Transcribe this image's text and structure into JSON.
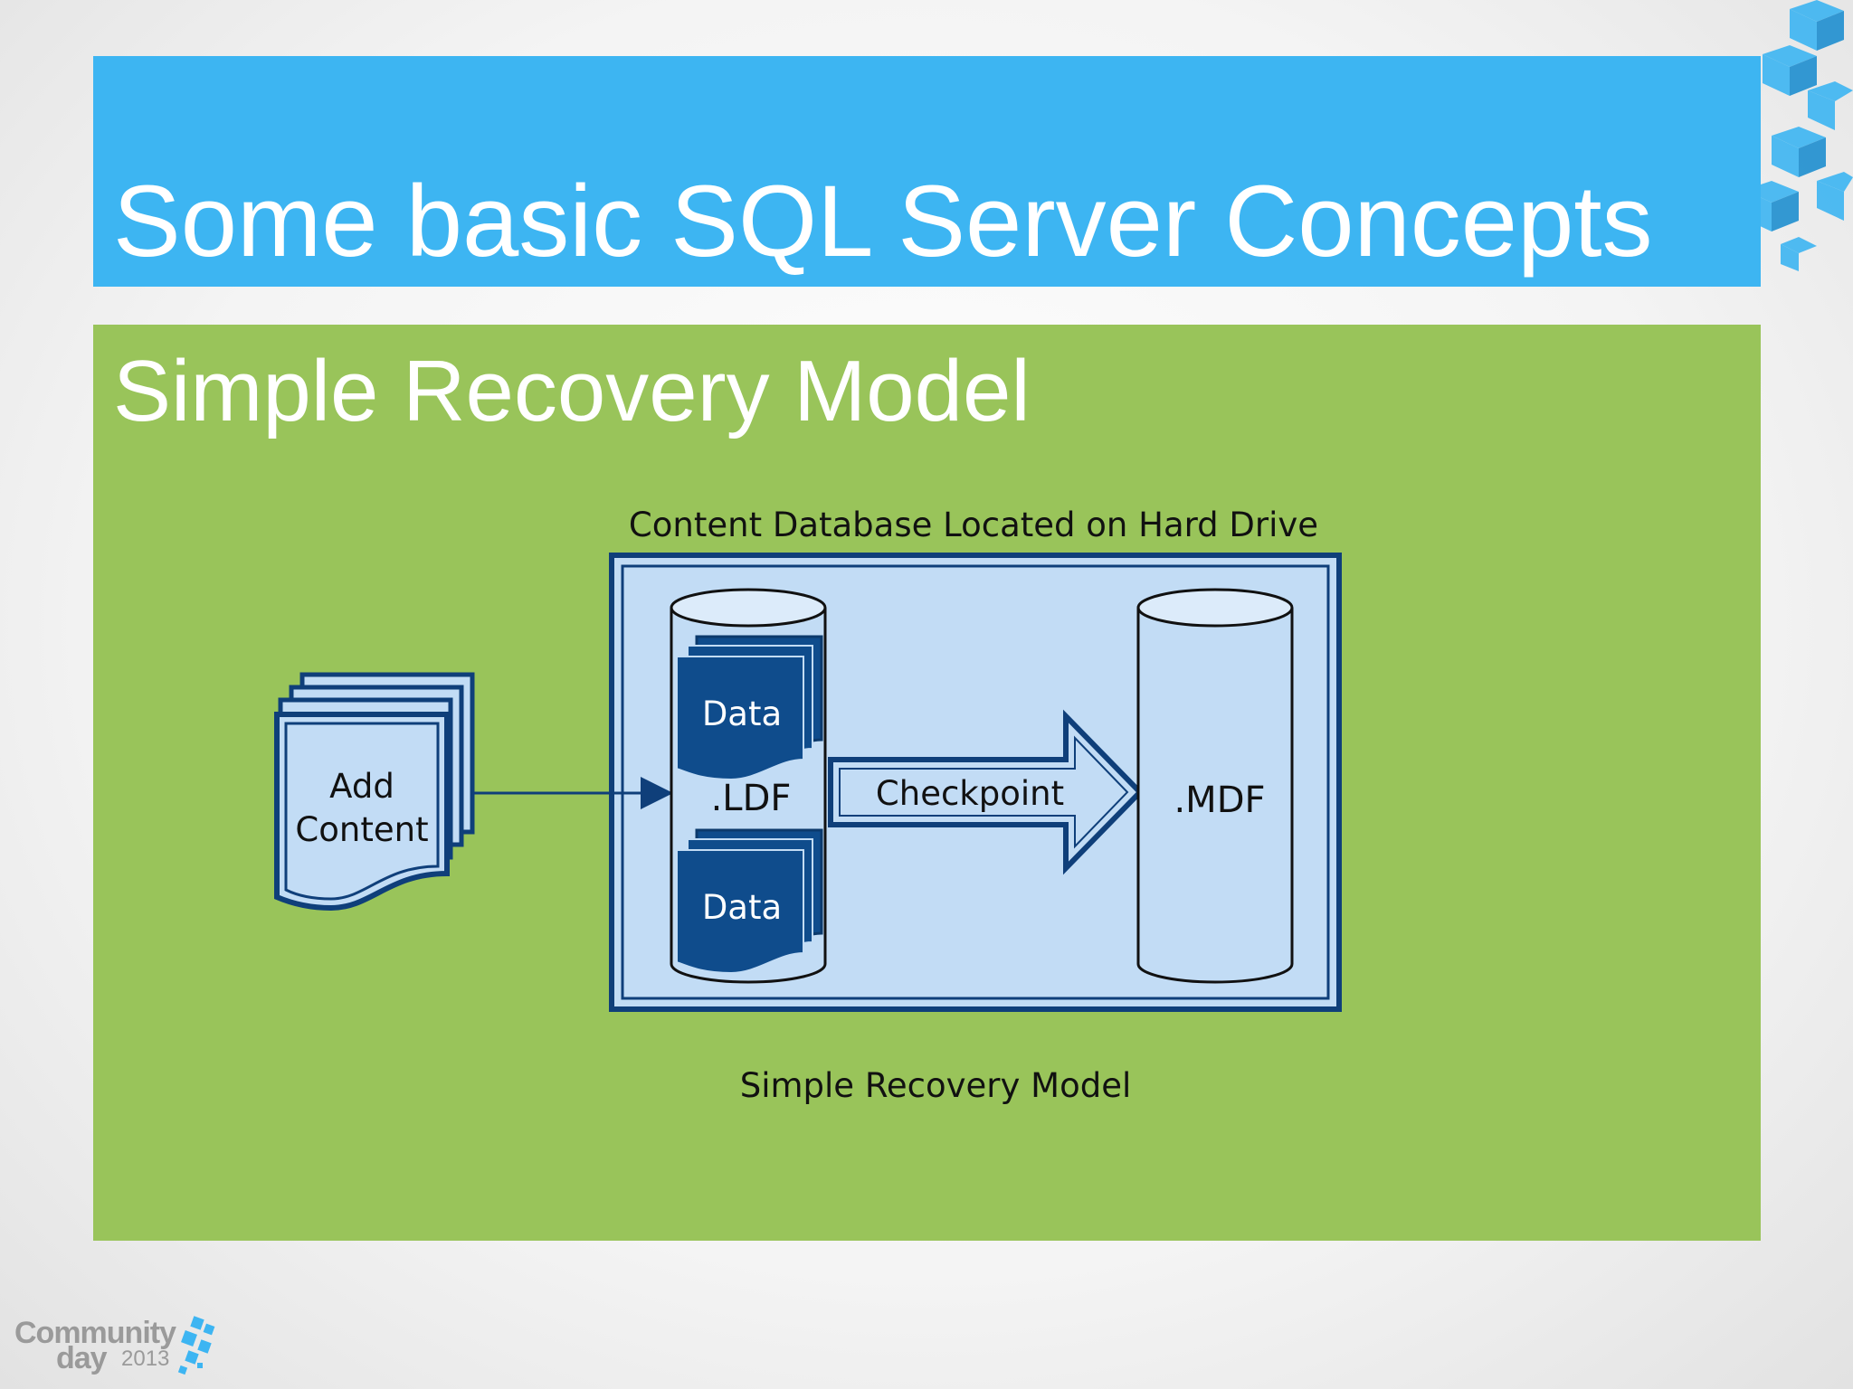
{
  "slide": {
    "title": "Some basic SQL Server Concepts",
    "subtitle": "Simple Recovery Model"
  },
  "diagram": {
    "container_label": "Content Database Located on Hard Drive",
    "source_label_line1": "Add",
    "source_label_line2": "Content",
    "log_file_label": ".LDF",
    "data_block_top_label": "Data",
    "data_block_bottom_label": "Data",
    "checkpoint_label": "Checkpoint",
    "data_file_label": ".MDF",
    "caption": "Simple Recovery Model"
  },
  "logo": {
    "line1": "Community",
    "line2": "day",
    "year": "2013"
  },
  "colors": {
    "title_bar": "#3db5f2",
    "content_panel": "#99c45a",
    "diagram_fill": "#c2dcf5",
    "diagram_stroke": "#0f3f7a",
    "data_block": "#0f4c8c"
  }
}
